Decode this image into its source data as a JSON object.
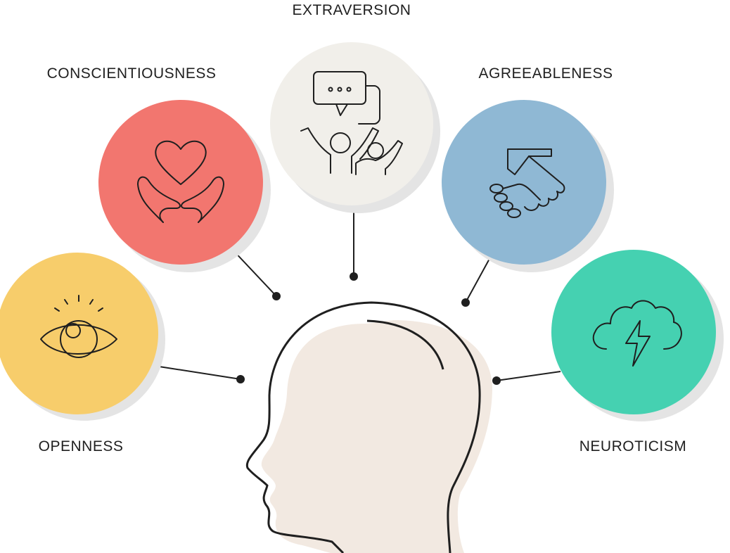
{
  "traits": [
    {
      "id": "openness",
      "label": "OPENNESS",
      "color": "#F7CD6B",
      "icon": "eye-icon"
    },
    {
      "id": "conscientiousness",
      "label": "CONSCIENTIOUSNESS",
      "color": "#F2766F",
      "icon": "heart-in-hands-icon"
    },
    {
      "id": "extraversion",
      "label": "EXTRAVERSION",
      "color": "#F1EFEA",
      "icon": "speech-bubbles-people-icon"
    },
    {
      "id": "agreeableness",
      "label": "AGREEABLENESS",
      "color": "#8FB8D4",
      "icon": "handshake-icon"
    },
    {
      "id": "neuroticism",
      "label": "NEUROTICISM",
      "color": "#45D1B1",
      "icon": "storm-cloud-icon"
    }
  ],
  "colors": {
    "head_fill": "#F2E9E1",
    "line": "#1f1f1f",
    "shadow": "#E4E4E4"
  }
}
